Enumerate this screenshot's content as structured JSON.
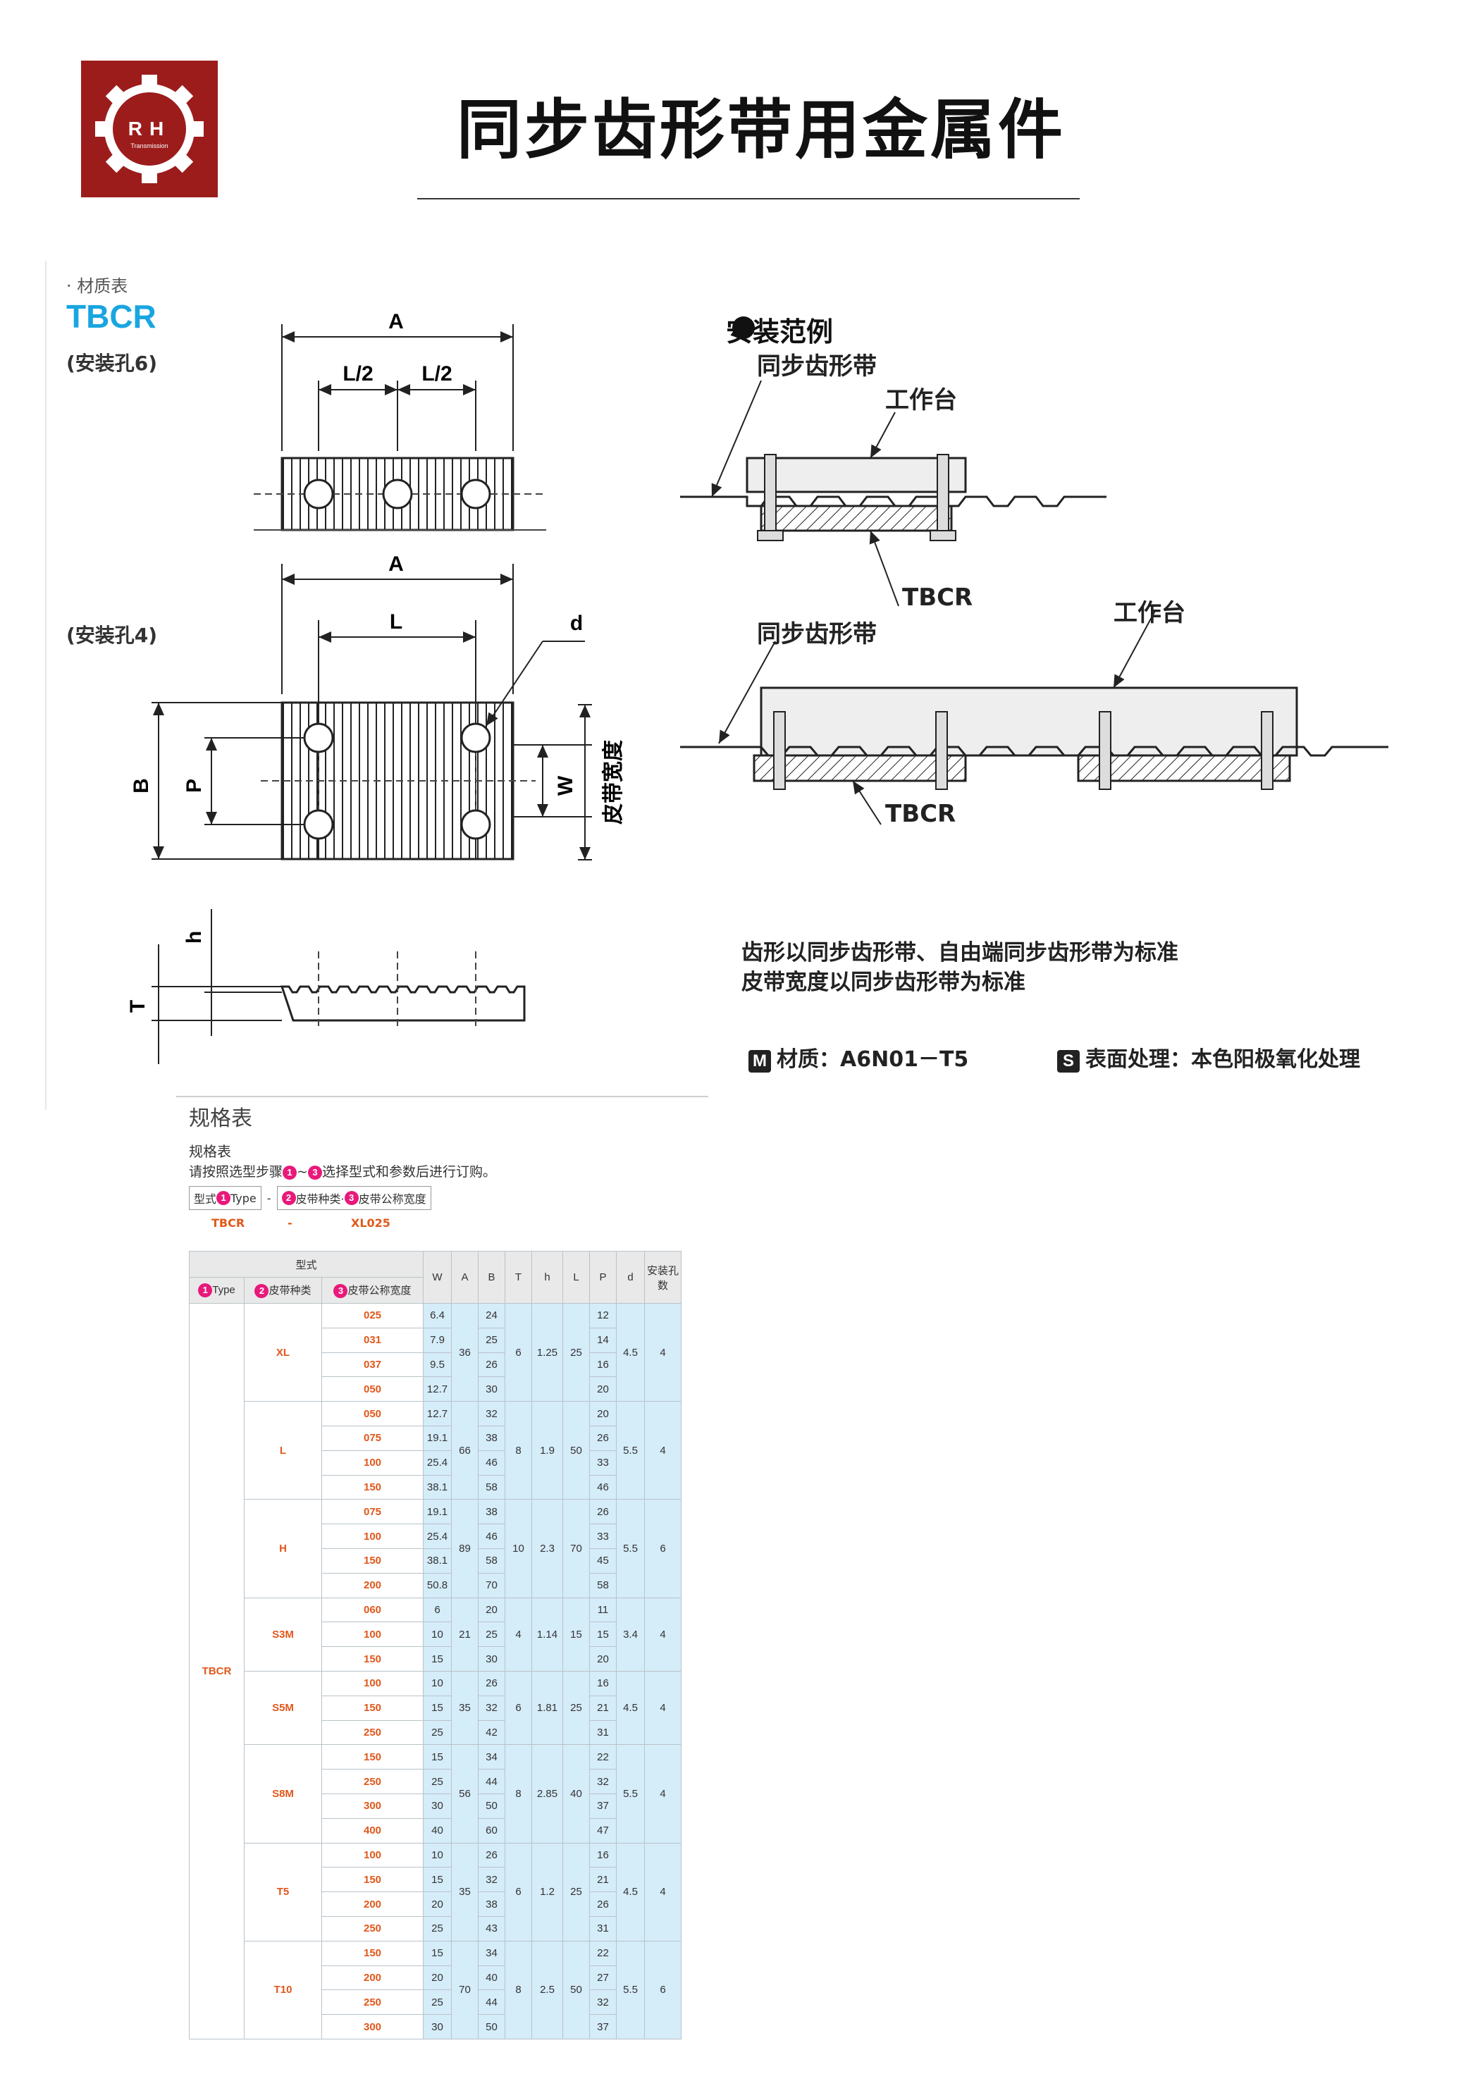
{
  "header": {
    "title": "同步齿形带用金属件",
    "logo_text": "RH",
    "logo_sub": "Transmission"
  },
  "left": {
    "material_label": "· 材质表",
    "model": "TBCR",
    "holes6_label": "(安装孔6)",
    "holes4_label": "(安装孔4)",
    "dims": {
      "A": "A",
      "L2": "L/2",
      "L": "L",
      "d": "d",
      "B": "B",
      "P": "P",
      "W": "W",
      "belt_width": "皮带宽度",
      "h": "h",
      "T": "T"
    }
  },
  "right": {
    "install_title": "安装范例",
    "belt": "同步齿形带",
    "table": "工作台",
    "part": "TBCR",
    "note1": "齿形以同步齿形带、自由端同步齿形带为标准",
    "note2": "皮带宽度以同步齿形带为标准",
    "material_tag": "M",
    "material": "材质：A6N01－T5",
    "surface_tag": "S",
    "surface": "表面处理：本色阳极氧化处理"
  },
  "spec": {
    "title": "规格表",
    "sub": "规格表",
    "instr_pre": "请按照选型步骤",
    "instr_mid": "~",
    "instr_post": "选择型式和参数后进行订购。",
    "order_type_label": "型式",
    "order_type_field": "Type",
    "order_dash": "-",
    "order_belt_field": "皮带种类·",
    "order_width_field": "皮带公称宽度",
    "example_type": "TBCR",
    "example_dash": "-",
    "example_code": "XL025",
    "header": {
      "group": "型式",
      "type": "Type",
      "belt": "皮带种类",
      "width": "皮带公称宽度",
      "W": "W",
      "A": "A",
      "B": "B",
      "T": "T",
      "h": "h",
      "L": "L",
      "P": "P",
      "d": "d",
      "holes": "安装孔数"
    },
    "type_value": "TBCR",
    "groups": [
      {
        "belt": "XL",
        "A": "36",
        "T": "6",
        "h": "1.25",
        "L": "25",
        "d": "4.5",
        "holes": "4",
        "rows": [
          {
            "code": "025",
            "W": "6.4",
            "B": "24",
            "P": "12"
          },
          {
            "code": "031",
            "W": "7.9",
            "B": "25",
            "P": "14"
          },
          {
            "code": "037",
            "W": "9.5",
            "B": "26",
            "P": "16"
          },
          {
            "code": "050",
            "W": "12.7",
            "B": "30",
            "P": "20"
          }
        ]
      },
      {
        "belt": "L",
        "A": "66",
        "T": "8",
        "h": "1.9",
        "L": "50",
        "d": "5.5",
        "holes": "4",
        "rows": [
          {
            "code": "050",
            "W": "12.7",
            "B": "32",
            "P": "20"
          },
          {
            "code": "075",
            "W": "19.1",
            "B": "38",
            "P": "26"
          },
          {
            "code": "100",
            "W": "25.4",
            "B": "46",
            "P": "33"
          },
          {
            "code": "150",
            "W": "38.1",
            "B": "58",
            "P": "46"
          }
        ]
      },
      {
        "belt": "H",
        "A": "89",
        "T": "10",
        "h": "2.3",
        "L": "70",
        "d": "5.5",
        "holes": "6",
        "rows": [
          {
            "code": "075",
            "W": "19.1",
            "B": "38",
            "P": "26"
          },
          {
            "code": "100",
            "W": "25.4",
            "B": "46",
            "P": "33"
          },
          {
            "code": "150",
            "W": "38.1",
            "B": "58",
            "P": "45"
          },
          {
            "code": "200",
            "W": "50.8",
            "B": "70",
            "P": "58"
          }
        ]
      },
      {
        "belt": "S3M",
        "A": "21",
        "T": "4",
        "h": "1.14",
        "L": "15",
        "d": "3.4",
        "holes": "4",
        "rows": [
          {
            "code": "060",
            "W": "6",
            "B": "20",
            "P": "11"
          },
          {
            "code": "100",
            "W": "10",
            "B": "25",
            "P": "15"
          },
          {
            "code": "150",
            "W": "15",
            "B": "30",
            "P": "20"
          }
        ]
      },
      {
        "belt": "S5M",
        "A": "35",
        "T": "6",
        "h": "1.81",
        "L": "25",
        "d": "4.5",
        "holes": "4",
        "rows": [
          {
            "code": "100",
            "W": "10",
            "B": "26",
            "P": "16"
          },
          {
            "code": "150",
            "W": "15",
            "B": "32",
            "P": "21"
          },
          {
            "code": "250",
            "W": "25",
            "B": "42",
            "P": "31"
          }
        ]
      },
      {
        "belt": "S8M",
        "A": "56",
        "T": "8",
        "h": "2.85",
        "L": "40",
        "d": "5.5",
        "holes": "4",
        "rows": [
          {
            "code": "150",
            "W": "15",
            "B": "34",
            "P": "22"
          },
          {
            "code": "250",
            "W": "25",
            "B": "44",
            "P": "32"
          },
          {
            "code": "300",
            "W": "30",
            "B": "50",
            "P": "37"
          },
          {
            "code": "400",
            "W": "40",
            "B": "60",
            "P": "47"
          }
        ]
      },
      {
        "belt": "T5",
        "A": "35",
        "T": "6",
        "h": "1.2",
        "L": "25",
        "d": "4.5",
        "holes": "4",
        "rows": [
          {
            "code": "100",
            "W": "10",
            "B": "26",
            "P": "16"
          },
          {
            "code": "150",
            "W": "15",
            "B": "32",
            "P": "21"
          },
          {
            "code": "200",
            "W": "20",
            "B": "38",
            "P": "26"
          },
          {
            "code": "250",
            "W": "25",
            "B": "43",
            "P": "31"
          }
        ]
      },
      {
        "belt": "T10",
        "A": "70",
        "T": "8",
        "h": "2.5",
        "L": "50",
        "d": "5.5",
        "holes": "6",
        "rows": [
          {
            "code": "150",
            "W": "15",
            "B": "34",
            "P": "22"
          },
          {
            "code": "200",
            "W": "20",
            "B": "40",
            "P": "27"
          },
          {
            "code": "250",
            "W": "25",
            "B": "44",
            "P": "32"
          },
          {
            "code": "300",
            "W": "30",
            "B": "50",
            "P": "37"
          }
        ]
      }
    ]
  }
}
